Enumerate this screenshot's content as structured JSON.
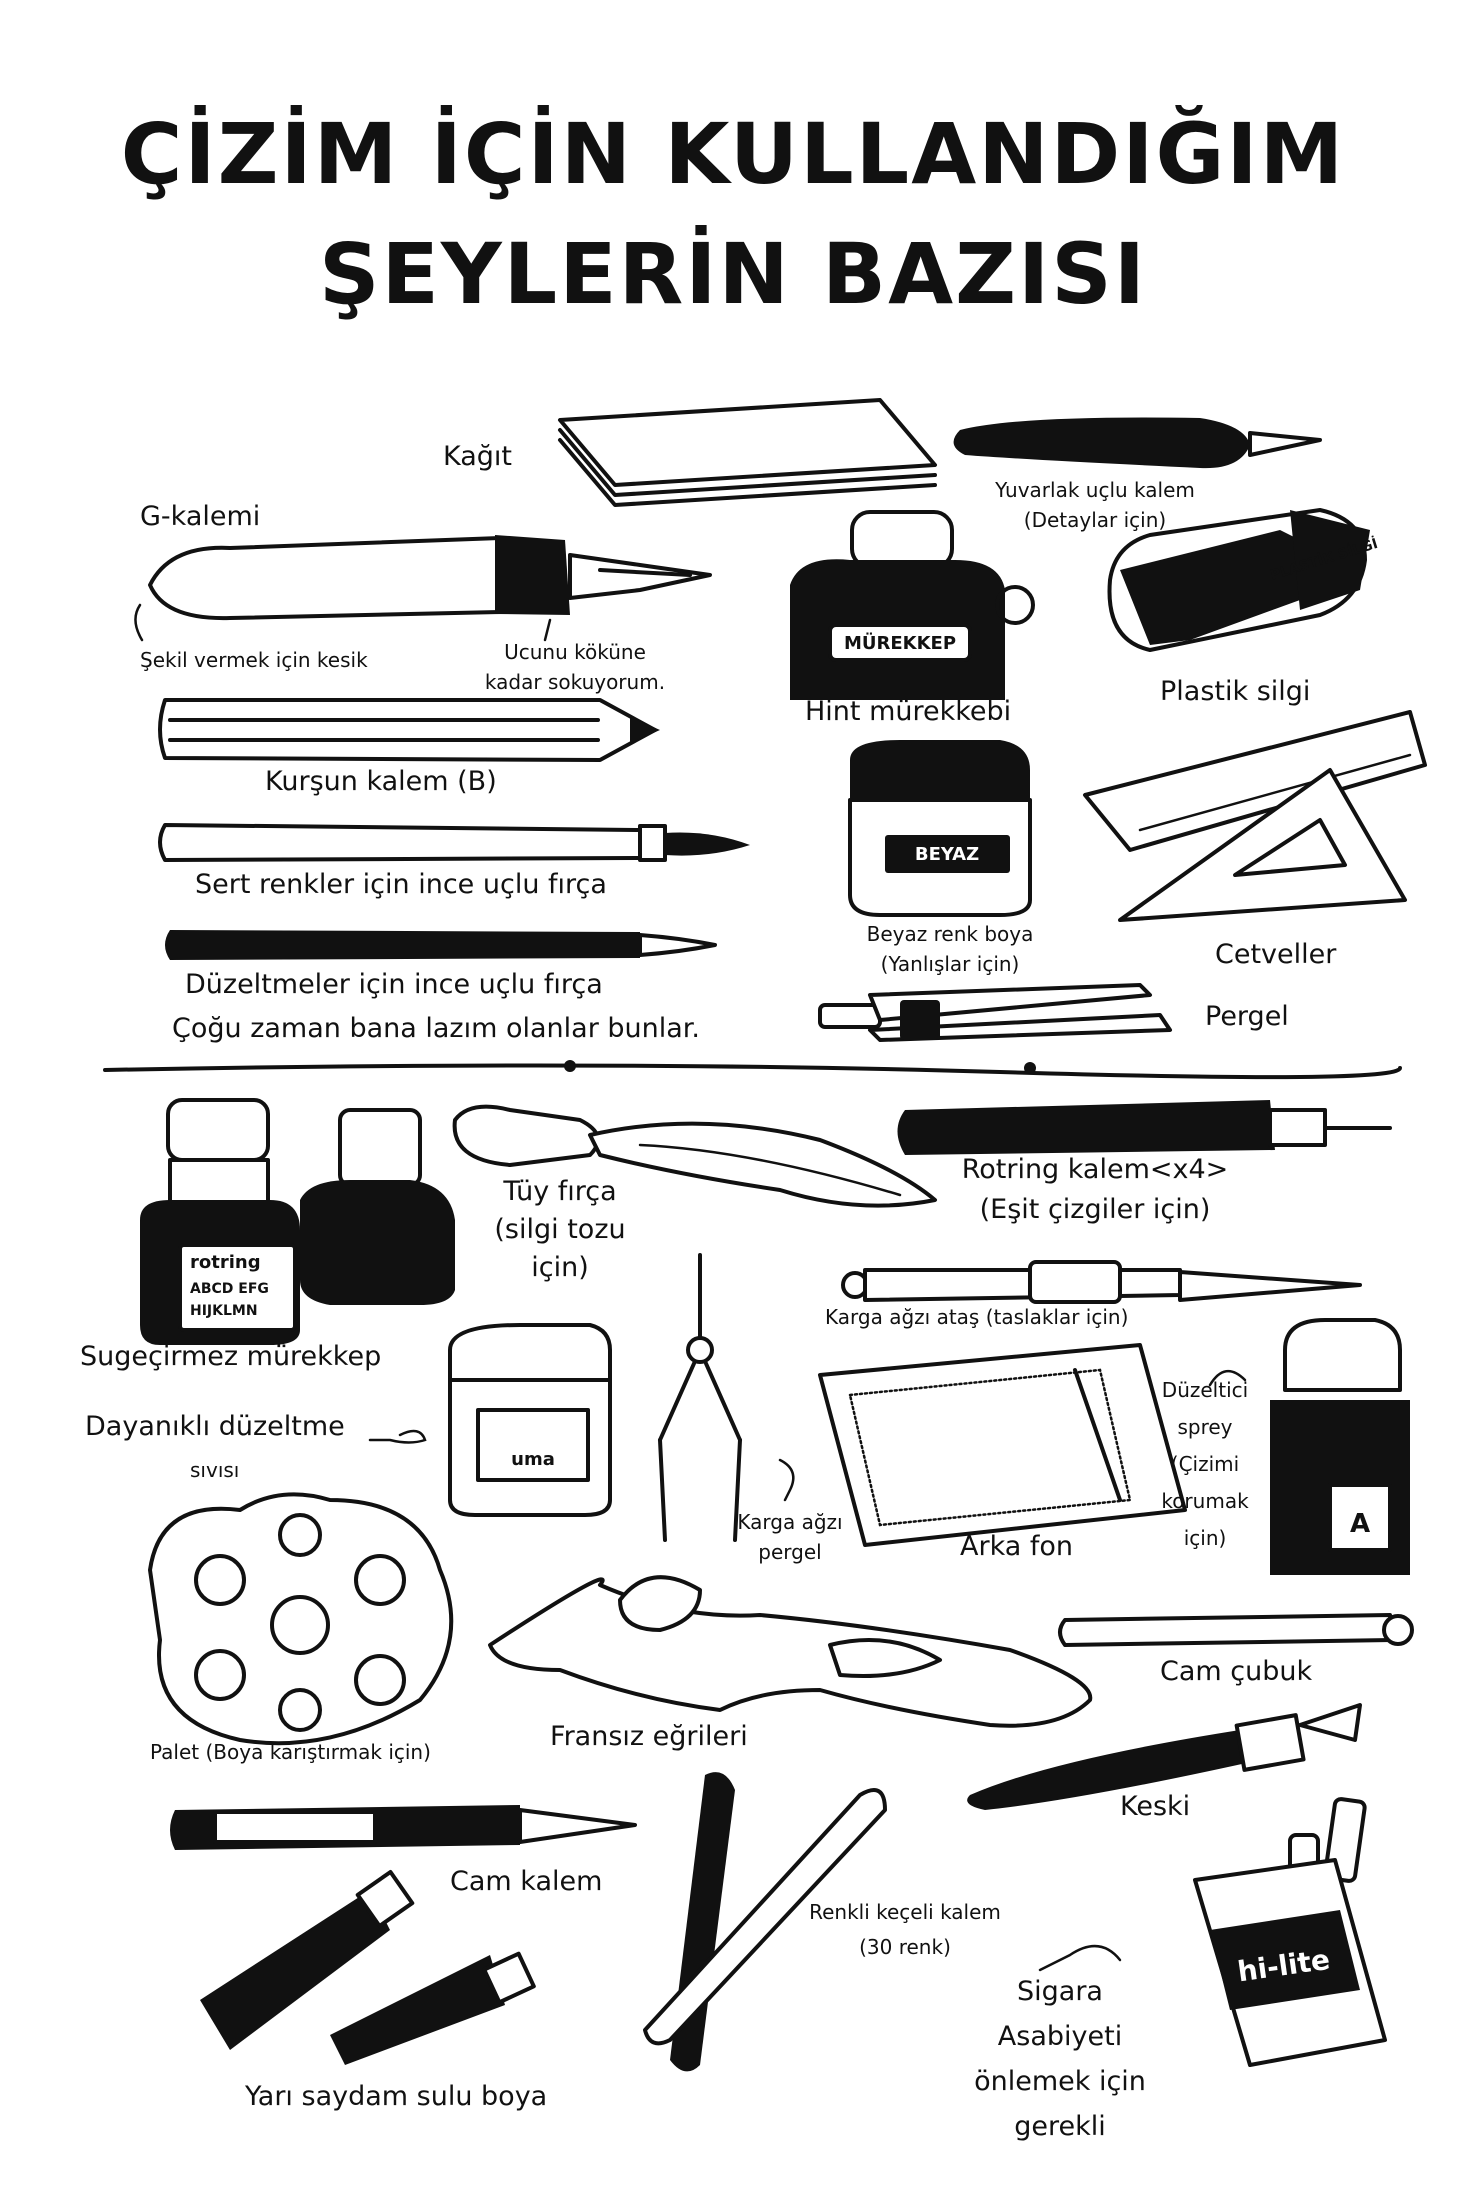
{
  "title": {
    "line1": "ÇİZİM İÇİN KULLANDIĞIM",
    "line2": "ŞEYLERİN BAZISI"
  },
  "top_section": {
    "paper": "Kağıt",
    "g_pen": "G-kalemi",
    "g_pen_cut": "Şekil vermek için kesik",
    "g_pen_nib_1": "Ucunu köküne",
    "g_pen_nib_2": "kadar sokuyorum.",
    "round_pen_1": "Yuvarlak uçlu kalem",
    "round_pen_2": "(Detaylar için)",
    "india_ink": "Hint mürekkebi",
    "ink_bottle_label": "MÜREKKEP",
    "eraser": "Plastik silgi",
    "eraser_label": "PLASTİK SİLGİ",
    "pencil": "Kurşun kalem (B)",
    "brush_hard": "Sert renkler için ince uçlu fırça",
    "white_jar_label": "BEYAZ",
    "white_paint_1": "Beyaz renk boya",
    "white_paint_2": "(Yanlışlar için)",
    "rulers": "Cetveller",
    "brush_fix": "Düzeltmeler için ince uçlu fırça",
    "compass": "Pergel",
    "summary": "Çoğu zaman bana lazım olanlar bunlar."
  },
  "bottom_section": {
    "waterproof_ink": "Sugeçirmez mürekkep",
    "rotring_label_1": "rotring",
    "rotring_label_2": "ABCD EFG",
    "rotring_label_3": "HIJKLMN",
    "feather_1": "Tüy fırça",
    "feather_2": "(silgi tozu",
    "feather_3": "için)",
    "rotring_pen_1": "Rotring kalem<x4>",
    "rotring_pen_2": "(Eşit çizgiler için)",
    "crow_quill": "Karga ağzı ataş (taslaklar için)",
    "correction_fluid_1": "Dayanıklı düzeltme",
    "correction_fluid_2": "sıvısı",
    "jar_label": "uma",
    "crow_compass_1": "Karga ağzı",
    "crow_compass_2": "pergel",
    "screentone": "Arka fon",
    "fix_spray_1": "Düzeltici",
    "fix_spray_2": "sprey",
    "fix_spray_3": "(Çizimi",
    "fix_spray_4": "korumak",
    "fix_spray_5": "için)",
    "spray_label": "A",
    "palette": "Palet (Boya karıştırmak için)",
    "glass_rod": "Cam çubuk",
    "french_curves": "Fransız eğrileri",
    "cutter": "Keski",
    "glass_pen": "Cam kalem",
    "felt_pen_1": "Renkli keçeli kalem",
    "felt_pen_2": "(30 renk)",
    "cigarette_label": "hi-lite",
    "cigarette_1": "Sigara",
    "cigarette_2": "Asabiyeti",
    "cigarette_3": "önlemek için",
    "cigarette_4": "gerekli",
    "watercolor": "Yarı saydam sulu boya"
  }
}
